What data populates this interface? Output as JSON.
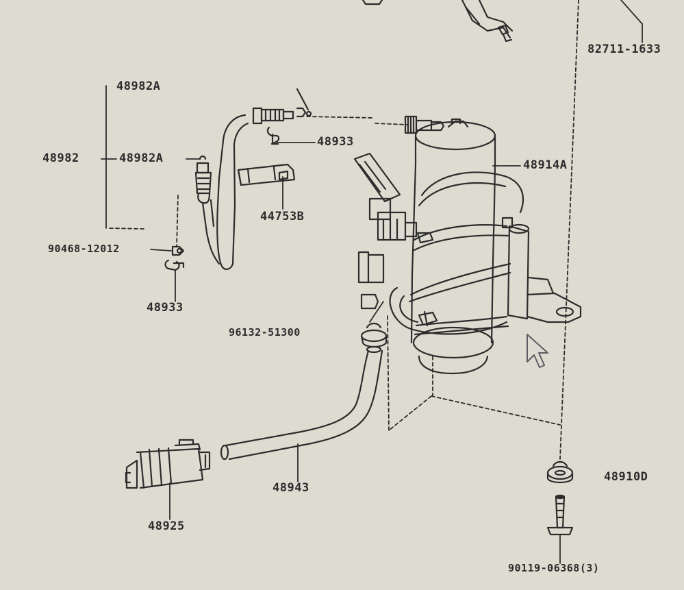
{
  "diagram": {
    "ink_color": "#2c2c2c",
    "paper_color": "#dedbd0",
    "labels": {
      "p48982a_top": "48982A",
      "p48982": "48982",
      "p48982a": "48982A",
      "p48933_a": "48933",
      "p44753b": "44753B",
      "p48914a": "48914A",
      "p82711": "82711-1633",
      "p90468": "90468-12012",
      "p48933_b": "48933",
      "p96132": "96132-51300",
      "p48943": "48943",
      "p48925": "48925",
      "p48910d": "48910D",
      "p90119": "90119-06368(3)"
    }
  }
}
